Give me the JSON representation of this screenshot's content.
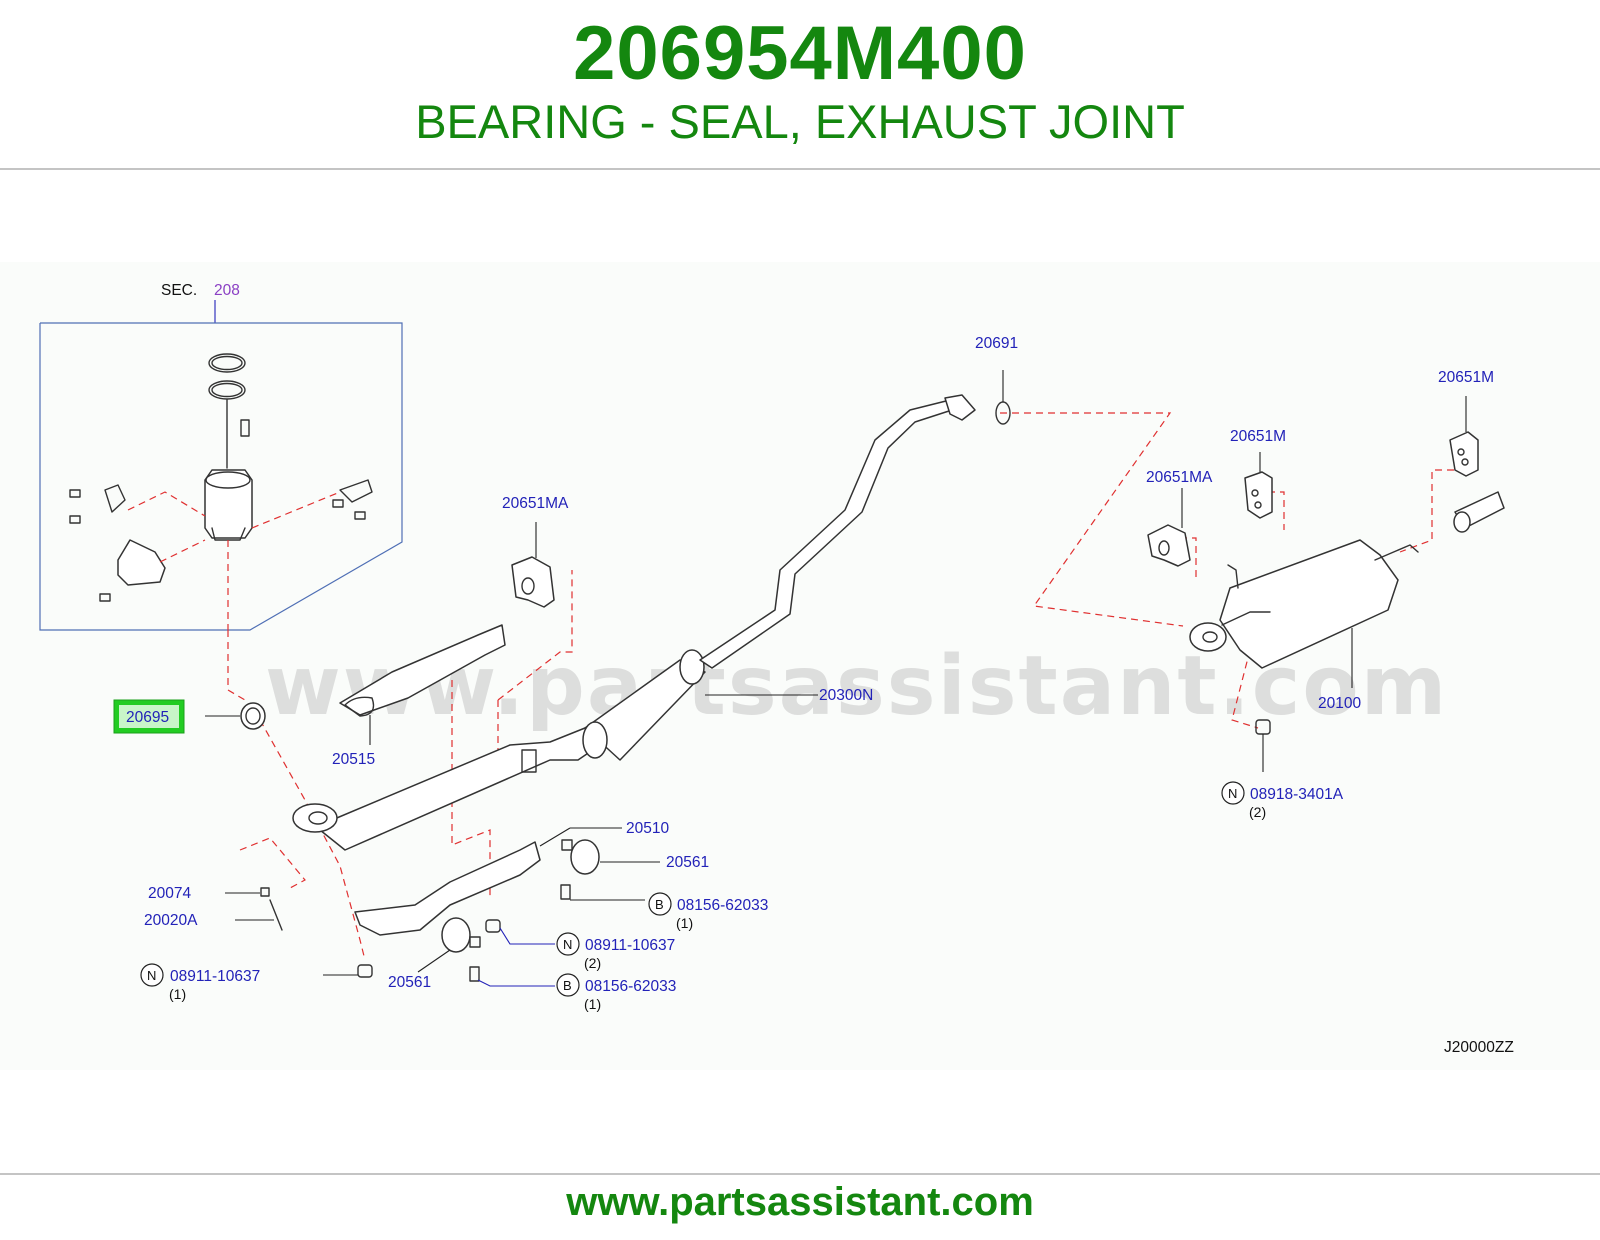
{
  "header": {
    "part_number": "206954M400",
    "description": "BEARING - SEAL, EXHAUST JOINT"
  },
  "diagram": {
    "section_prefix": "SEC.",
    "section_number": "208",
    "watermark": "www.partsassistant.com",
    "drawing_code": "J20000ZZ",
    "highlighted_part": "20695",
    "labels": {
      "p20691": "20691",
      "p20651M_a": "20651M",
      "p20651M_b": "20651M",
      "p20651MA_a": "20651MA",
      "p20651MA_b": "20651MA",
      "p20695": "20695",
      "p20515": "20515",
      "p20300N": "20300N",
      "p20100": "20100",
      "p20510": "20510",
      "p20561_a": "20561",
      "p20561_b": "20561",
      "p20074": "20074",
      "p20020A": "20020A"
    },
    "fasteners": [
      {
        "letter": "N",
        "code": "08918-3401A",
        "qty": "(2)"
      },
      {
        "letter": "B",
        "code": "08156-62033",
        "qty": "(1)"
      },
      {
        "letter": "N",
        "code": "08911-10637",
        "qty": "(2)"
      },
      {
        "letter": "B",
        "code": "08156-62033",
        "qty": "(1)"
      },
      {
        "letter": "N",
        "code": "08911-10637",
        "qty": "(1)"
      }
    ],
    "colors": {
      "brand_green": "#14870f",
      "label_blue": "#2222b8",
      "dashed_red": "#e03030",
      "highlight_green": "#22cc22"
    }
  },
  "footer": {
    "url": "www.partsassistant.com"
  }
}
